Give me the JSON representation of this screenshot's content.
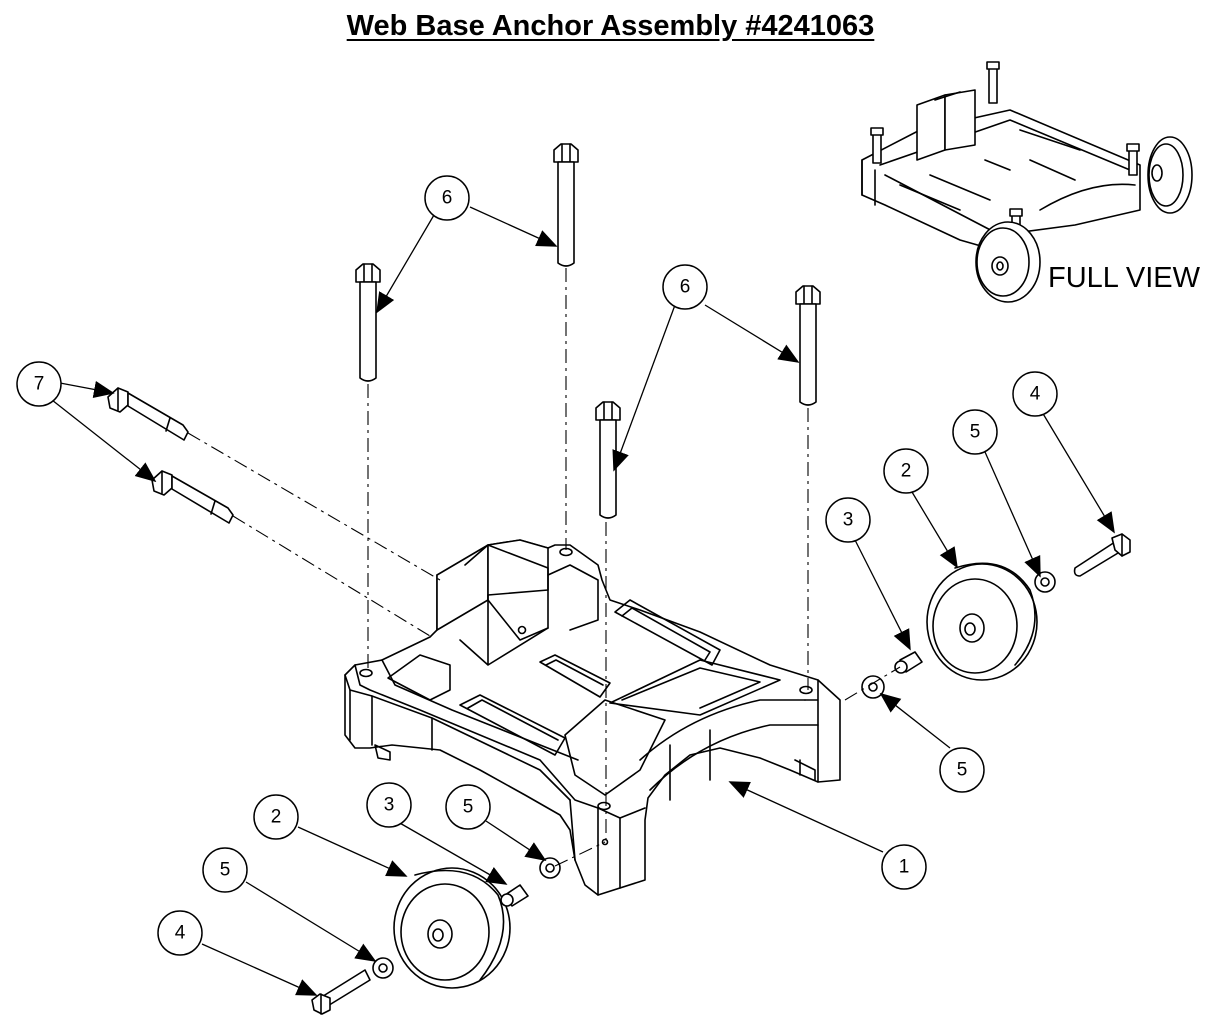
{
  "title": "Web Base Anchor Assembly #4241063",
  "full_view_label": "FULL VIEW",
  "callouts": [
    {
      "id": "c6a",
      "label": "6"
    },
    {
      "id": "c6b",
      "label": "6"
    },
    {
      "id": "c7",
      "label": "7"
    },
    {
      "id": "c3r",
      "label": "3"
    },
    {
      "id": "c2r",
      "label": "2"
    },
    {
      "id": "c5rt",
      "label": "5"
    },
    {
      "id": "c4r",
      "label": "4"
    },
    {
      "id": "c5rb",
      "label": "5"
    },
    {
      "id": "c1",
      "label": "1"
    },
    {
      "id": "c2l",
      "label": "2"
    },
    {
      "id": "c3l",
      "label": "3"
    },
    {
      "id": "c5lt",
      "label": "5"
    },
    {
      "id": "c5lb",
      "label": "5"
    },
    {
      "id": "c4l",
      "label": "4"
    }
  ]
}
